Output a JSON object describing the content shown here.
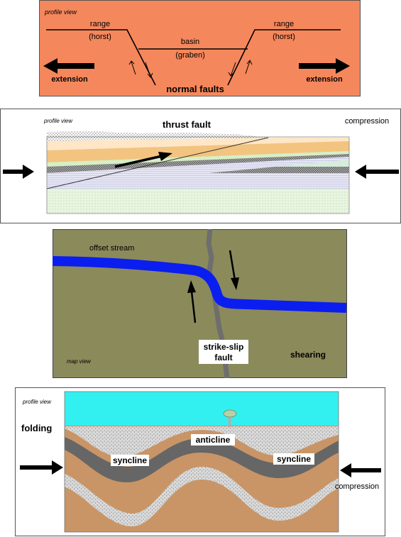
{
  "normal": {
    "profile_view": "profile view",
    "range_left": "range",
    "horst_left": "(horst)",
    "range_right": "range",
    "horst_right": "(horst)",
    "basin": "basin",
    "graben": "(graben)",
    "extension_left": "extension",
    "extension_right": "extension",
    "normal_faults": "normal faults",
    "bg_color": "#f5875c"
  },
  "thrust": {
    "profile_view": "profile view",
    "title": "thrust fault",
    "compression": "compression"
  },
  "strike_slip": {
    "offset_stream": "offset stream",
    "map_view": "map view",
    "shearing": "shearing",
    "fault_line1": "strike-slip",
    "fault_line2": "fault",
    "bg_color": "#8b8a5b",
    "stream_color": "#0a1ef0"
  },
  "folding": {
    "profile_view": "profile view",
    "folding": "folding",
    "syncline_left": "syncline",
    "anticline": "anticline",
    "syncline_right": "syncline",
    "compression": "compression",
    "sky_color": "#33f0f0"
  }
}
